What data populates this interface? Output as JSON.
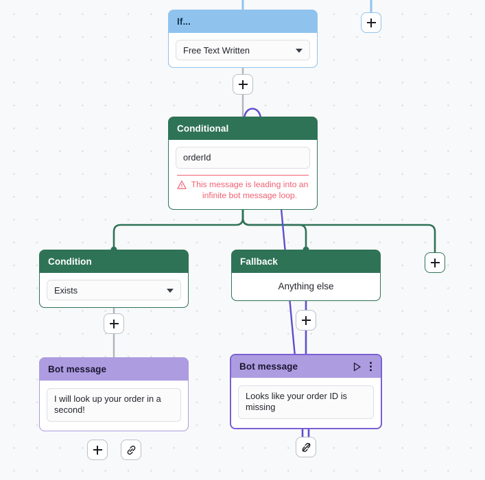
{
  "canvas": {
    "name": "flow-builder-canvas",
    "background_color": "#f8f9fa",
    "dot_color": "#dcdcdc"
  },
  "colors": {
    "blue_node": "#8fc3ee",
    "green_node": "#2f7357",
    "purple_node": "#ad9ce0",
    "purple_selected_border": "#7b5fd4",
    "error_red": "#ef5f72",
    "edge_green": "#2f7357",
    "edge_purple": "#5b4fcf",
    "edge_gray": "#b0b4ba"
  },
  "nodes": {
    "if_node": {
      "title": "If...",
      "select_value": "Free Text Written"
    },
    "conditional_node": {
      "title": "Conditional",
      "input_value": "orderId",
      "error_icon": "warning-triangle-icon",
      "error_message": "This message is leading into an infinite bot message loop."
    },
    "condition_node": {
      "title": "Condition",
      "select_value": "Exists"
    },
    "fallback_node": {
      "title": "Fallback",
      "value": "Anything else"
    },
    "bot_message_left": {
      "title": "Bot message",
      "message": "I will look up your order in a second!"
    },
    "bot_message_right": {
      "title": "Bot message",
      "message": "Looks like your order ID is missing",
      "selected": true,
      "header_icons": [
        "play-icon",
        "more-vertical-icon"
      ]
    }
  },
  "buttons": {
    "add_top_right": {
      "icon": "plus-icon",
      "label": "+"
    },
    "add_below_if": {
      "icon": "plus-icon",
      "label": "+"
    },
    "add_below_condition": {
      "icon": "plus-icon",
      "label": "+"
    },
    "add_below_fallback": {
      "icon": "plus-icon",
      "label": "+"
    },
    "add_right_branch": {
      "icon": "plus-icon",
      "label": "+"
    },
    "add_below_bot_left": {
      "icon": "plus-icon",
      "label": "+"
    },
    "link_below_bot_left": {
      "icon": "link-icon"
    },
    "unlink_below_bot_right": {
      "icon": "unlink-icon"
    }
  }
}
